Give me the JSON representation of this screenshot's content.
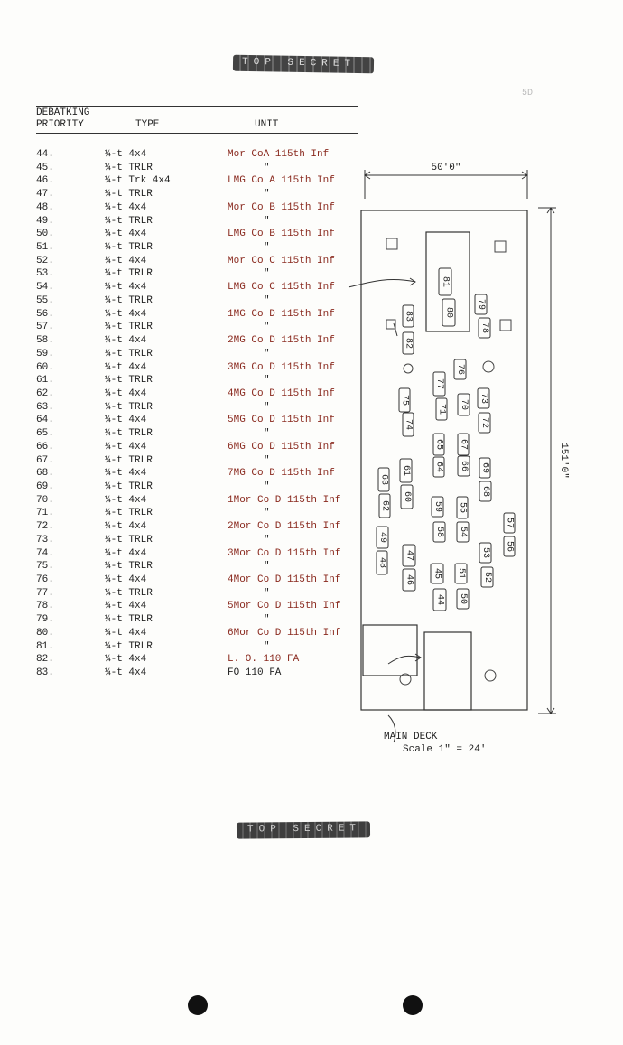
{
  "classification": {
    "top": "TOP SECRET",
    "bottom": "TOP SECRET"
  },
  "corner_mark": "5D",
  "table": {
    "headers": {
      "priority_line1": "DEBATKING",
      "priority_line2": "PRIORITY",
      "type": "TYPE",
      "unit": "UNIT"
    },
    "rows": [
      {
        "priority": "44.",
        "type": "¼-t 4x4",
        "unit": "Mor CoA 115th Inf"
      },
      {
        "priority": "45.",
        "type": "¼-t TRLR",
        "unit": "\""
      },
      {
        "priority": "46.",
        "type": "¼-t Trk 4x4",
        "unit": "LMG Co A 115th Inf"
      },
      {
        "priority": "47.",
        "type": "¼-t TRLR",
        "unit": "\""
      },
      {
        "priority": "48.",
        "type": "¼-t 4x4",
        "unit": "Mor Co B 115th Inf"
      },
      {
        "priority": "49.",
        "type": "¼-t TRLR",
        "unit": "\""
      },
      {
        "priority": "50.",
        "type": "¼-t 4x4",
        "unit": "LMG Co B 115th Inf"
      },
      {
        "priority": "51.",
        "type": "¼-t TRLR",
        "unit": "\""
      },
      {
        "priority": "52.",
        "type": "¼-t 4x4",
        "unit": "Mor Co C 115th Inf"
      },
      {
        "priority": "53.",
        "type": "¼-t TRLR",
        "unit": "\""
      },
      {
        "priority": "54.",
        "type": "¼-t 4x4",
        "unit": "LMG Co C 115th Inf"
      },
      {
        "priority": "55.",
        "type": "¼-t TRLR",
        "unit": "\""
      },
      {
        "priority": "56.",
        "type": "¼-t 4x4",
        "unit": "1MG Co D 115th Inf"
      },
      {
        "priority": "57.",
        "type": "¼-t TRLR",
        "unit": "\""
      },
      {
        "priority": "58.",
        "type": "¼-t 4x4",
        "unit": "2MG Co D 115th Inf"
      },
      {
        "priority": "59.",
        "type": "¼-t TRLR",
        "unit": "\""
      },
      {
        "priority": "60.",
        "type": "¼-t 4x4",
        "unit": "3MG Co D 115th Inf"
      },
      {
        "priority": "61.",
        "type": "¼-t TRLR",
        "unit": "\""
      },
      {
        "priority": "62.",
        "type": "¼-t 4x4",
        "unit": "4MG Co D 115th Inf"
      },
      {
        "priority": "63.",
        "type": "¼-t TRLR",
        "unit": "\""
      },
      {
        "priority": "64.",
        "type": "¼-t 4x4",
        "unit": "5MG Co D 115th Inf"
      },
      {
        "priority": "65.",
        "type": "¼-t TRLR",
        "unit": "\""
      },
      {
        "priority": "66.",
        "type": "¼-t 4x4",
        "unit": "6MG Co D 115th Inf"
      },
      {
        "priority": "67.",
        "type": "¼-t TRLR",
        "unit": "\""
      },
      {
        "priority": "68.",
        "type": "¼-t 4x4",
        "unit": "7MG Co D 115th Inf"
      },
      {
        "priority": "69.",
        "type": "¼-t TRLR",
        "unit": "\""
      },
      {
        "priority": "70.",
        "type": "¼-t 4x4",
        "unit": "1Mor Co D 115th Inf"
      },
      {
        "priority": "71.",
        "type": "¼-t TRLR",
        "unit": "\""
      },
      {
        "priority": "72.",
        "type": "¼-t 4x4",
        "unit": "2Mor Co D 115th Inf"
      },
      {
        "priority": "73.",
        "type": "¼-t TRLR",
        "unit": "\""
      },
      {
        "priority": "74.",
        "type": "¼-t 4x4",
        "unit": "3Mor Co D 115th Inf"
      },
      {
        "priority": "75.",
        "type": "¼-t TRLR",
        "unit": "\""
      },
      {
        "priority": "76.",
        "type": "¼-t 4x4",
        "unit": "4Mor Co D 115th Inf"
      },
      {
        "priority": "77.",
        "type": "¼-t TRLR",
        "unit": "\""
      },
      {
        "priority": "78.",
        "type": "¼-t 4x4",
        "unit": "5Mor Co D 115th Inf"
      },
      {
        "priority": "79.",
        "type": "¼-t TRLR",
        "unit": "\""
      },
      {
        "priority": "80.",
        "type": "¼-t 4x4",
        "unit": "6Mor Co D 115th Inf"
      },
      {
        "priority": "81.",
        "type": "¼-t TRLR",
        "unit": "\""
      },
      {
        "priority": "82.",
        "type": "¼-t 4x4",
        "unit": "L. O. 110 FA"
      },
      {
        "priority": "83.",
        "type": "¼-t 4x4",
        "unit": "FO 110 FA"
      }
    ]
  },
  "diagram": {
    "width_label": "50'0\"",
    "length_label": "151'0\"",
    "caption": "MAIN DECK",
    "scale": "Scale 1\" = 24'",
    "slots": [
      "81",
      "80",
      "79",
      "78",
      "83",
      "82",
      "77",
      "76",
      "71",
      "70",
      "73",
      "72",
      "75",
      "74",
      "65",
      "64",
      "67",
      "66",
      "69",
      "68",
      "61",
      "60",
      "63",
      "62",
      "59",
      "58",
      "55",
      "54",
      "57",
      "56",
      "49",
      "48",
      "47",
      "46",
      "53",
      "52",
      "45",
      "44",
      "51",
      "50"
    ]
  }
}
